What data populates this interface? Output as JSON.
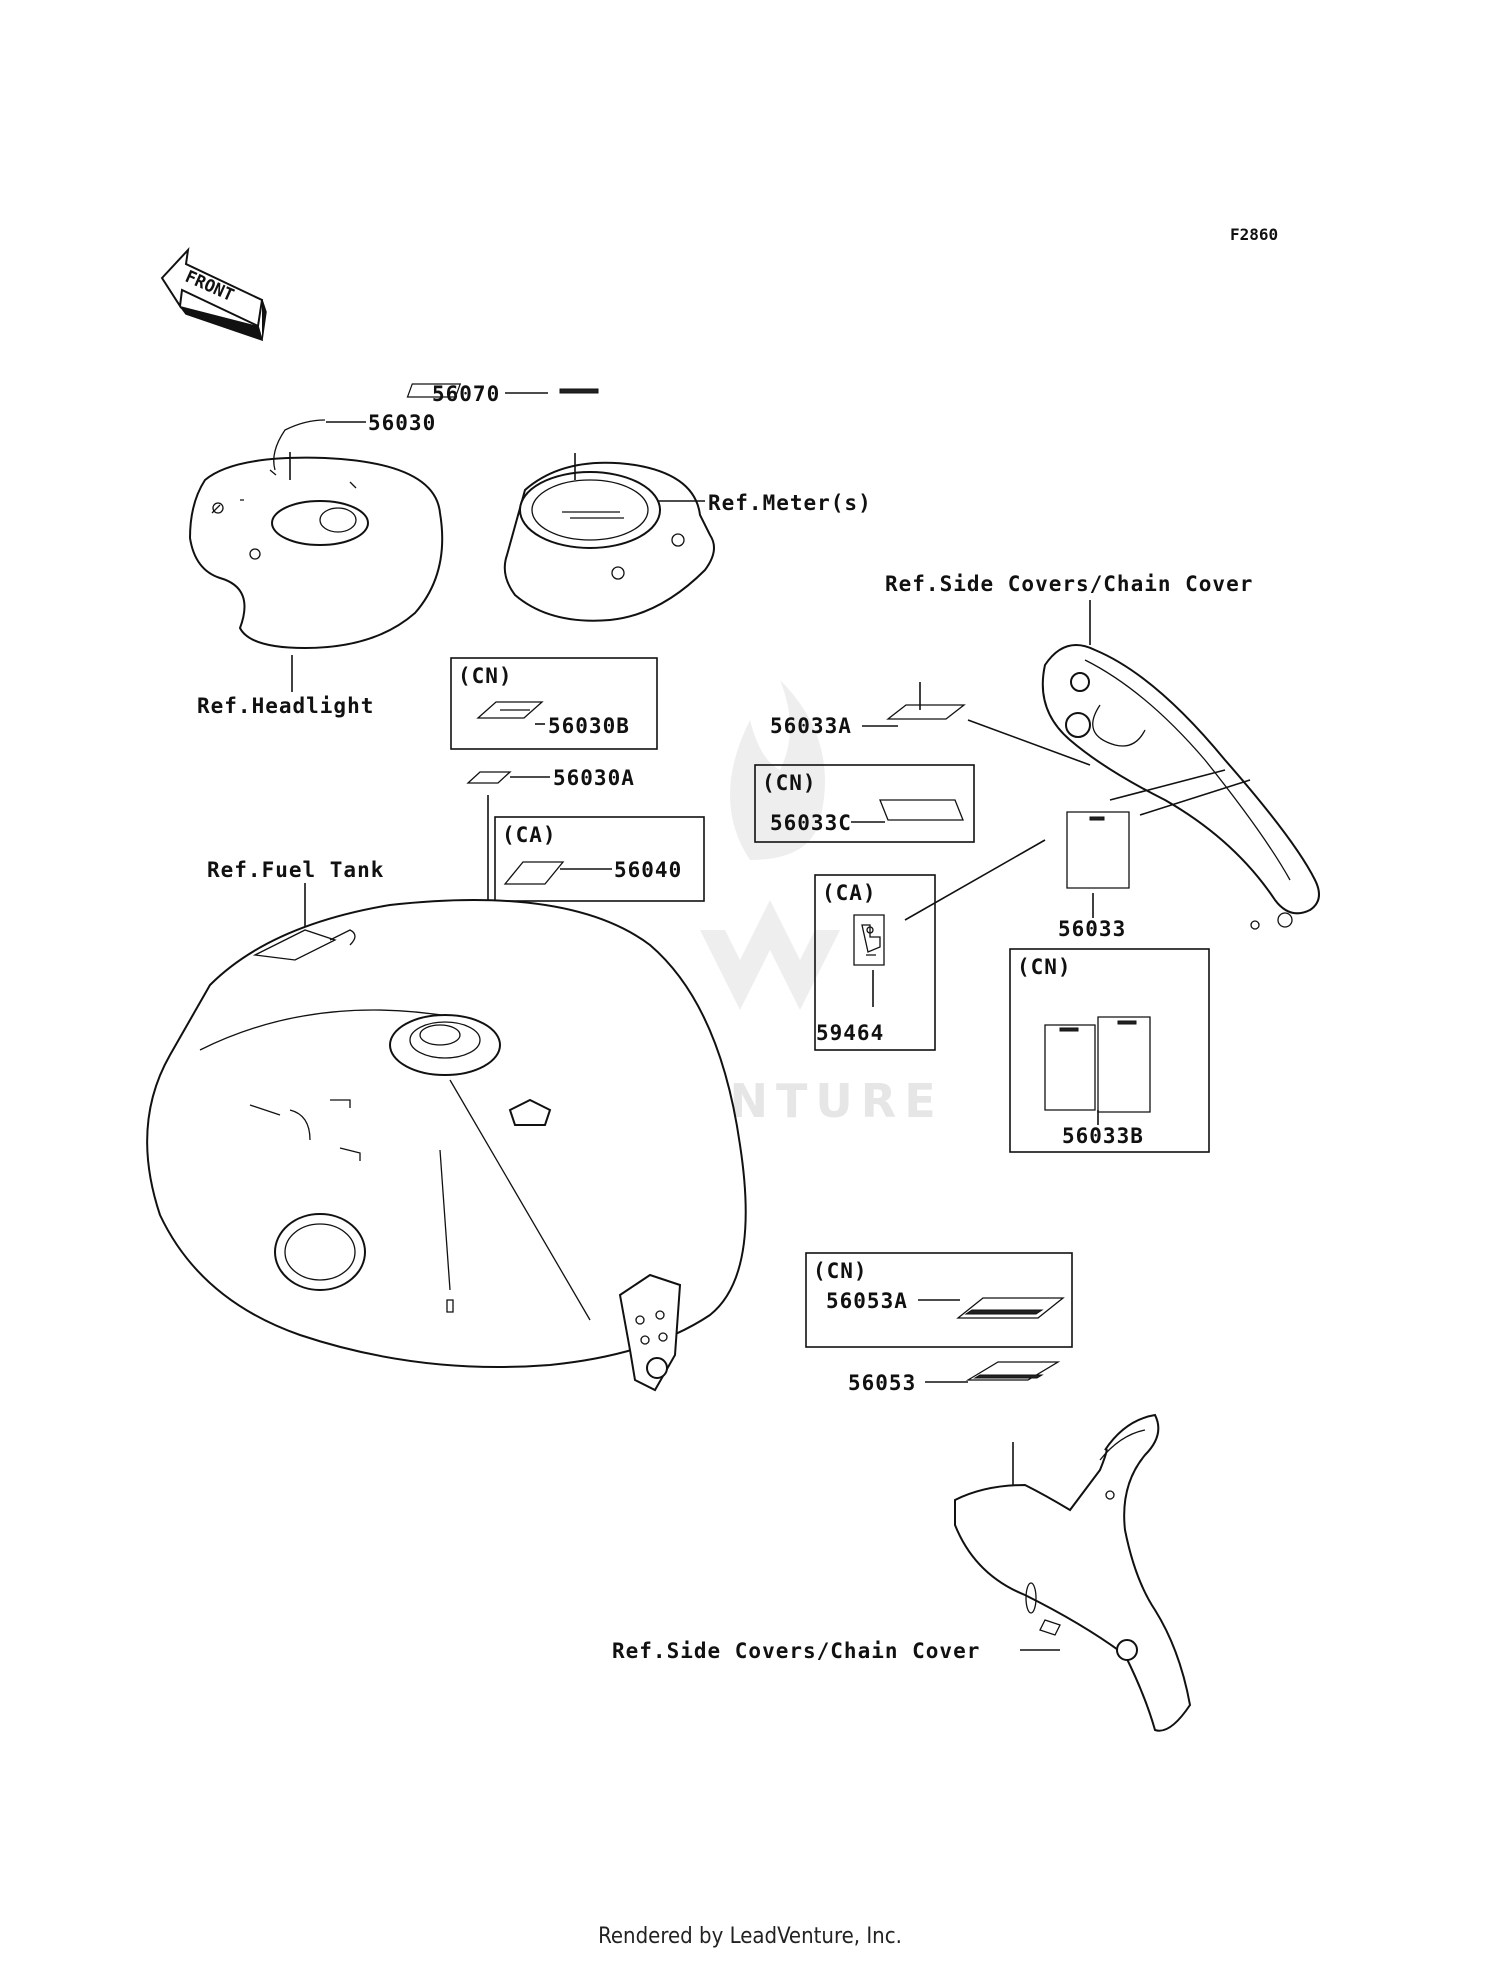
{
  "diagram_code": "F2860",
  "front_label": "FRONT",
  "watermark": "LEADVENTURE",
  "footer": "Rendered by LeadVenture, Inc.",
  "labels": {
    "p56070": "56070",
    "p56030": "56030",
    "ref_meter": "Ref.Meter(s)",
    "ref_headlight": "Ref.Headlight",
    "ref_side_top": "Ref.Side Covers/Chain Cover",
    "cn_box1": "(CN)",
    "p56030B": "56030B",
    "p56030A": "56030A",
    "ca_box1": "(CA)",
    "p56040": "56040",
    "ref_fuel": "Ref.Fuel Tank",
    "p56033A": "56033A",
    "cn_box2": "(CN)",
    "p56033C": "56033C",
    "ca_box2": "(CA)",
    "p59464": "59464",
    "p56033": "56033",
    "cn_box3": "(CN)",
    "p56033B": "56033B",
    "cn_box4": "(CN)",
    "p56053A": "56053A",
    "p56053": "56053",
    "ref_side_bottom": "Ref.Side Covers/Chain Cover"
  }
}
